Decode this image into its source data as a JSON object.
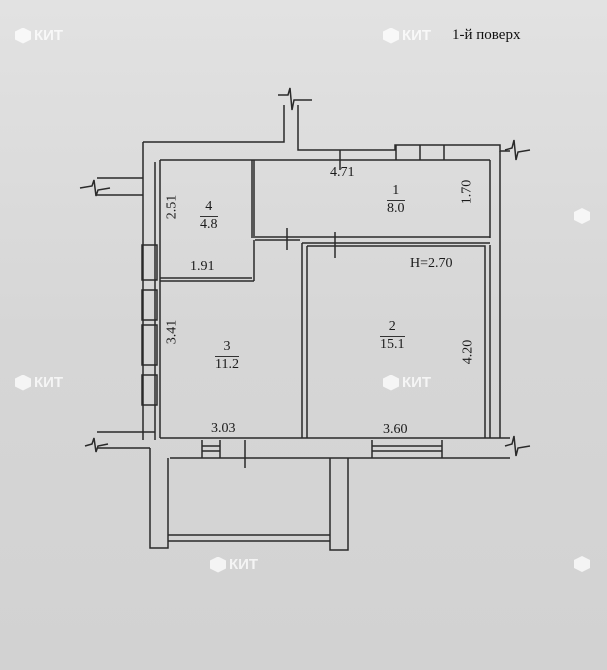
{
  "title": "1-й поверх",
  "ceiling_height": "H=2.70",
  "rooms": [
    {
      "number": "1",
      "area": "8.0"
    },
    {
      "number": "2",
      "area": "15.1"
    },
    {
      "number": "3",
      "area": "11.2"
    },
    {
      "number": "4",
      "area": "4.8"
    }
  ],
  "dimensions": {
    "room1_width": "4.71",
    "room1_depth": "1.70",
    "room4_height": "2.51",
    "room4_width": "1.91",
    "room3_height": "3.41",
    "room3_width": "3.03",
    "room2_width": "3.60",
    "room2_height": "4.20"
  },
  "watermark": {
    "text": "КИТ",
    "color": "#ffffff"
  }
}
